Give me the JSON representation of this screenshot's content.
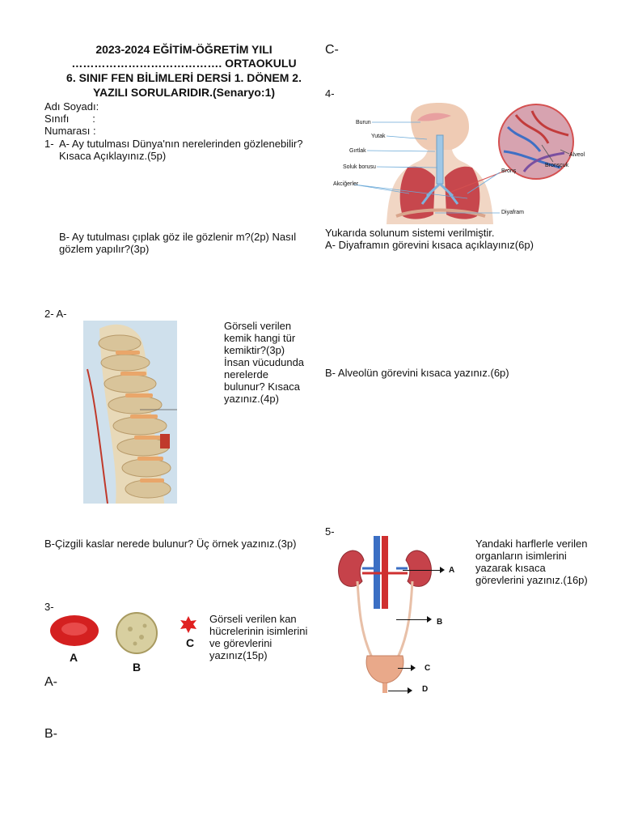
{
  "header": {
    "line1": "2023-2024 EĞİTİM-ÖĞRETİM YILI",
    "line2": "…………………………………. ORTAOKULU",
    "line3": "6. SINIF FEN BİLİMLERİ DERSİ 1. DÖNEM 2.",
    "line4": "YAZILI SORULARIDIR.(Senaryo:1)"
  },
  "student": {
    "name_label": "Adı Soyadı:",
    "class_label": "Sınıfı        :",
    "number_label": "Numarası :"
  },
  "q1": {
    "num": "1-",
    "a_line1": "A- Ay tutulması Dünya'nın nerelerinden gözlenebilir?",
    "a_line2": "Kısaca Açıklayınız.(5p)",
    "b_line1": "B- Ay tutulması çıplak göz ile gözlenir m?(2p) Nasıl",
    "b_line2": "gözlem yapılır?(3p)"
  },
  "q2": {
    "num": "2- A-",
    "a_lines": [
      "Görseli verilen",
      "kemik hangi tür",
      "kemiktir?(3p)",
      "İnsan vücudunda",
      "nerelerde",
      "bulunur? Kısaca",
      "yazınız.(4p)"
    ],
    "b_text": "B-Çizgili kaslar nerede bulunur? Üç örnek yazınız.(3p)"
  },
  "q3": {
    "num": "3-",
    "lines": [
      "Görseli verilen kan",
      "hücrelerinin isimlerini",
      "ve görevlerini",
      "yazınız(15p)"
    ],
    "label_a": "A",
    "label_b": "B",
    "label_c": "C",
    "answer_a": "A-",
    "answer_b": "B-"
  },
  "right": {
    "c_label": "C-"
  },
  "q4": {
    "num": "4-",
    "labels": {
      "burun": "Burun",
      "yutak": "Yutak",
      "girtlak": "Gırtlak",
      "soluk": "Soluk borusu",
      "akciger": "Akciğerler",
      "diyafram": "Diyafram",
      "alveol": "Alveol",
      "bronscuk": "Bronşçuk",
      "brons": "Bronş"
    },
    "intro": "Yukarıda solunum sistemi verilmiştir.",
    "a_text": "A- Diyaframın görevini kısaca açıklayınız(6p)",
    "b_text": "B- Alveolün görevini kısaca yazınız.(6p)"
  },
  "q5": {
    "num": "5-",
    "lines": [
      "Yandaki harflerle verilen",
      "organların isimlerini",
      "yazarak kısaca",
      "görevlerini yazınız.(16p)"
    ],
    "label_a": "A",
    "label_b": "B",
    "label_c": "C",
    "label_d": "D"
  }
}
